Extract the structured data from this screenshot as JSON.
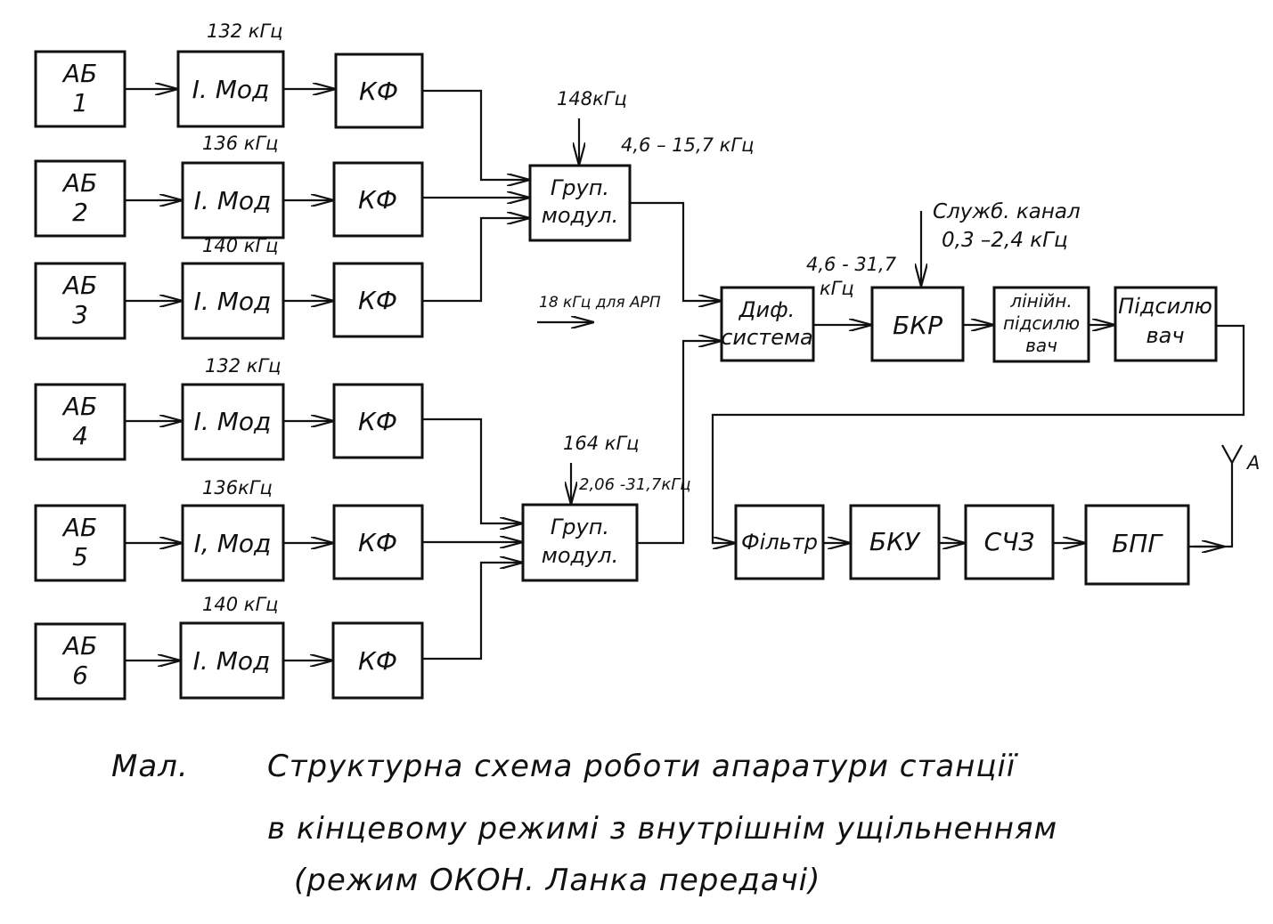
{
  "colors": {
    "ink": "#111111",
    "paper": "#ffffff"
  },
  "ab_blocks": [
    {
      "line1": "АБ",
      "line2": "1"
    },
    {
      "line1": "АБ",
      "line2": "2"
    },
    {
      "line1": "АБ",
      "line2": "3"
    },
    {
      "line1": "АБ",
      "line2": "4"
    },
    {
      "line1": "АБ",
      "line2": "5"
    },
    {
      "line1": "АБ",
      "line2": "6"
    }
  ],
  "mod_blocks": [
    "І. Мод",
    "І. Мод",
    "І. Мод",
    "І. Мод",
    "І, Мод",
    "І. Мод"
  ],
  "filter_blocks": [
    "КФ",
    "КФ",
    "КФ",
    "КФ",
    "КФ",
    "КФ"
  ],
  "carrier_labels": [
    "132 кГц",
    "136 кГц",
    "140 кГц",
    "132 кГц",
    "136кГц",
    "140 кГц"
  ],
  "group_mod_top": {
    "line1": "Груп.",
    "line2": "модул.",
    "input": "148кГц",
    "output": "4,6 – 15,7 кГц"
  },
  "group_mod_bottom": {
    "line1": "Груп.",
    "line2": "модул.",
    "input": "164 кГц",
    "output": "2,06 -31,7кГц"
  },
  "diff_system": {
    "line1": "Диф.",
    "line2": "система",
    "input_label": "18 кГц для АРП",
    "output_line1": "4,6 - 31,7",
    "output_line2": "кГц"
  },
  "service_channel": {
    "line1": "Служб. канал",
    "line2": "0,3 –2,4 кГц"
  },
  "bkr": "БКР",
  "line_amp": {
    "line1": "лінійн.",
    "line2": "підсилю",
    "line3": "вач"
  },
  "amp": {
    "line1": "Підсилю",
    "line2": "вач"
  },
  "filter": "Фільтр",
  "bku": "БКУ",
  "sch3": "СЧЗ",
  "bpg": "БПГ",
  "antenna_label": "А",
  "caption": {
    "prefix": "Мал.",
    "line1": "Структурна   схема   роботи   апаратури   станції",
    "line2": "в   кінцевому   режимі з внутрішнім ущільненням",
    "line3": "(режим  ОКОН. Ланка передачі)"
  }
}
